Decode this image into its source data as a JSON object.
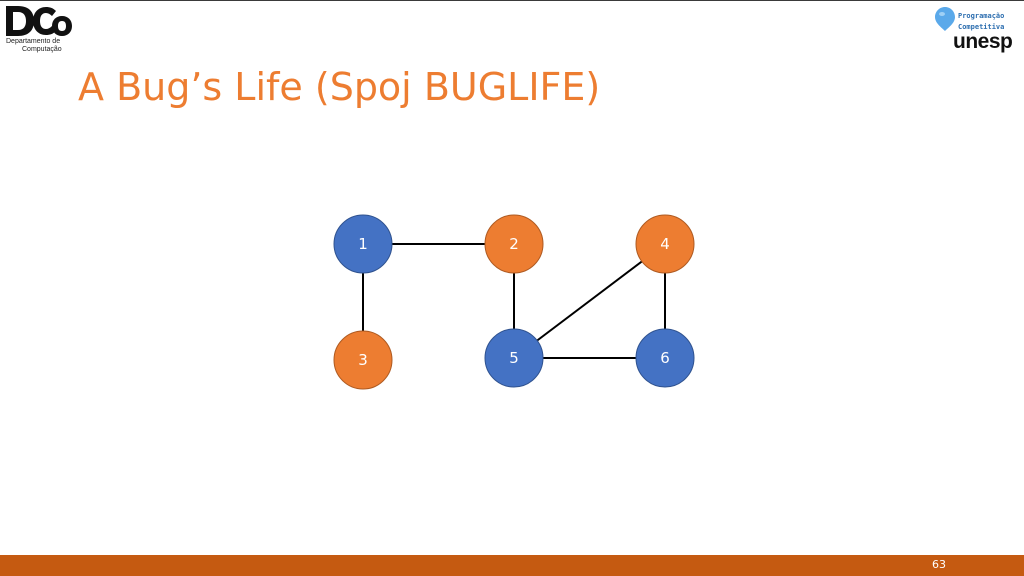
{
  "slide": {
    "title": "A Bug’s Life (Spoj BUGLIFE)",
    "page_number": "63"
  },
  "logos": {
    "left": {
      "mark_text": "DCo",
      "subtitle_line1": "Departamento de",
      "subtitle_line2": "Computação"
    },
    "right": {
      "line1": "Programação",
      "line2": "Competitiva",
      "word": "unesp"
    }
  },
  "colors": {
    "title": "#ed7d31",
    "node_blue": "#4472c4",
    "node_orange": "#ed7d31",
    "edge": "#000000",
    "footer": "#c55a11"
  },
  "graph": {
    "nodes": [
      {
        "id": "1",
        "label": "1",
        "color": "blue"
      },
      {
        "id": "2",
        "label": "2",
        "color": "orange"
      },
      {
        "id": "3",
        "label": "3",
        "color": "orange"
      },
      {
        "id": "4",
        "label": "4",
        "color": "orange"
      },
      {
        "id": "5",
        "label": "5",
        "color": "blue"
      },
      {
        "id": "6",
        "label": "6",
        "color": "blue"
      }
    ],
    "edges": [
      [
        "1",
        "2"
      ],
      [
        "1",
        "3"
      ],
      [
        "2",
        "5"
      ],
      [
        "4",
        "5"
      ],
      [
        "4",
        "6"
      ],
      [
        "5",
        "6"
      ]
    ]
  }
}
